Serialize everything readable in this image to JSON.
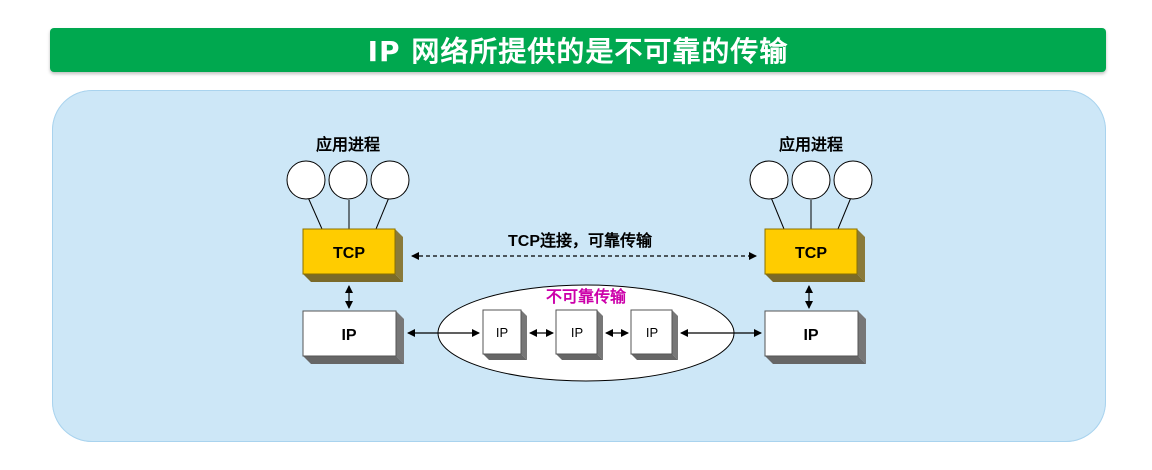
{
  "title": "IP 网络所提供的是不可靠的传输",
  "left_host": {
    "app_label": "应用进程",
    "tcp_label": "TCP",
    "ip_label": "IP"
  },
  "right_host": {
    "app_label": "应用进程",
    "tcp_label": "TCP",
    "ip_label": "IP"
  },
  "tcp_connection_label": "TCP连接，可靠传输",
  "network": {
    "label": "不可靠传输",
    "routers": [
      "IP",
      "IP",
      "IP"
    ]
  },
  "colors": {
    "title_bg": "#00a84f",
    "panel_bg": "#cde7f7",
    "tcp_box": "#ffcc00",
    "unreliable_label": "#cc00aa"
  }
}
